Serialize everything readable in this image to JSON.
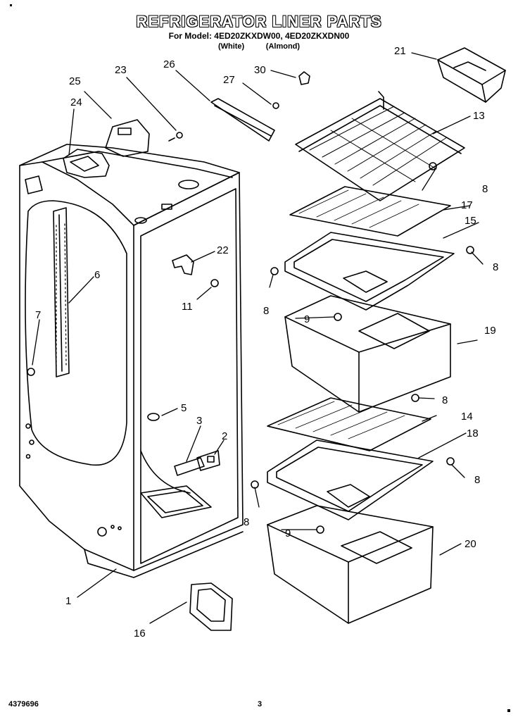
{
  "header": {
    "title": "REFRIGERATOR LINER PARTS",
    "models_line": "For Model: 4ED20ZKXDW00, 4ED20ZKXDN00",
    "variants_line": "(White)          (Almond)"
  },
  "callouts": [
    "1",
    "2",
    "3",
    "5",
    "6",
    "7",
    "8",
    "8",
    "8",
    "8",
    "8",
    "8",
    "9",
    "9",
    "11",
    "13",
    "14",
    "15",
    "16",
    "17",
    "18",
    "19",
    "20",
    "21",
    "22",
    "23",
    "24",
    "25",
    "26",
    "27",
    "30"
  ],
  "footer": {
    "doc_number": "4379696",
    "page_number": "3"
  }
}
